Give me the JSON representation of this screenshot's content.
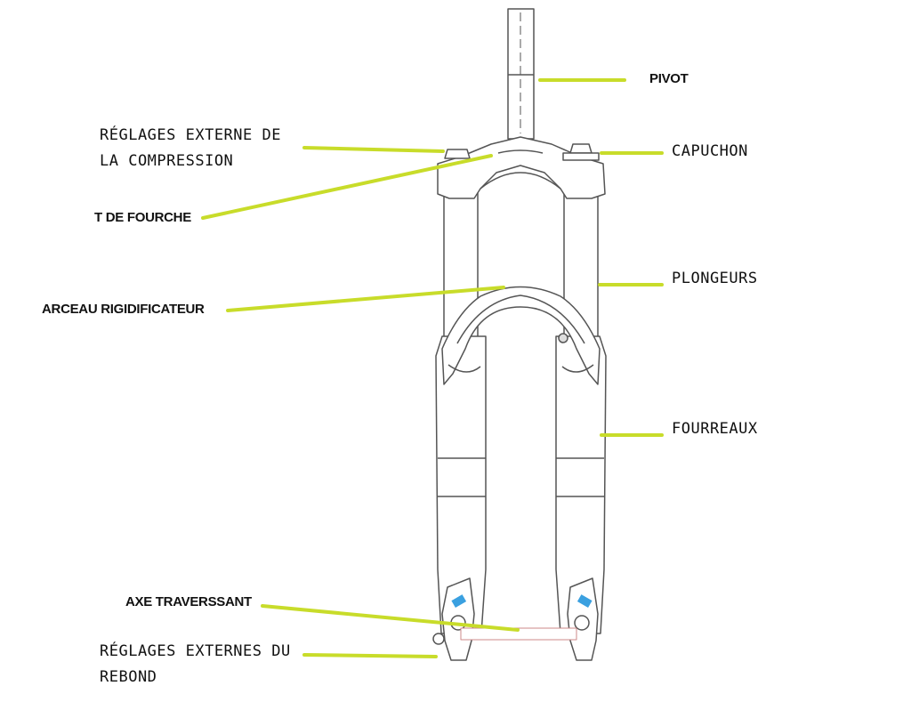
{
  "labels": {
    "pivot": "PIVOT",
    "compression_line1": "RÉGLAGES EXTERNE DE",
    "compression_line2": "LA COMPRESSION",
    "capuchon": "CAPUCHON",
    "t_fourche": "T DE FOURCHE",
    "plongeurs": "PLONGEURS",
    "arceau": "ARCEAU RIGIDIFICATEUR",
    "fourreaux": "FOURREAUX",
    "axe": "AXE TRAVERSSANT",
    "rebond_line1": "RÉGLAGES EXTERNES DU",
    "rebond_line2": "REBOND"
  },
  "colors": {
    "leader": "#c8dc2a",
    "outline": "#555555",
    "accent": "#3aa0e0"
  }
}
